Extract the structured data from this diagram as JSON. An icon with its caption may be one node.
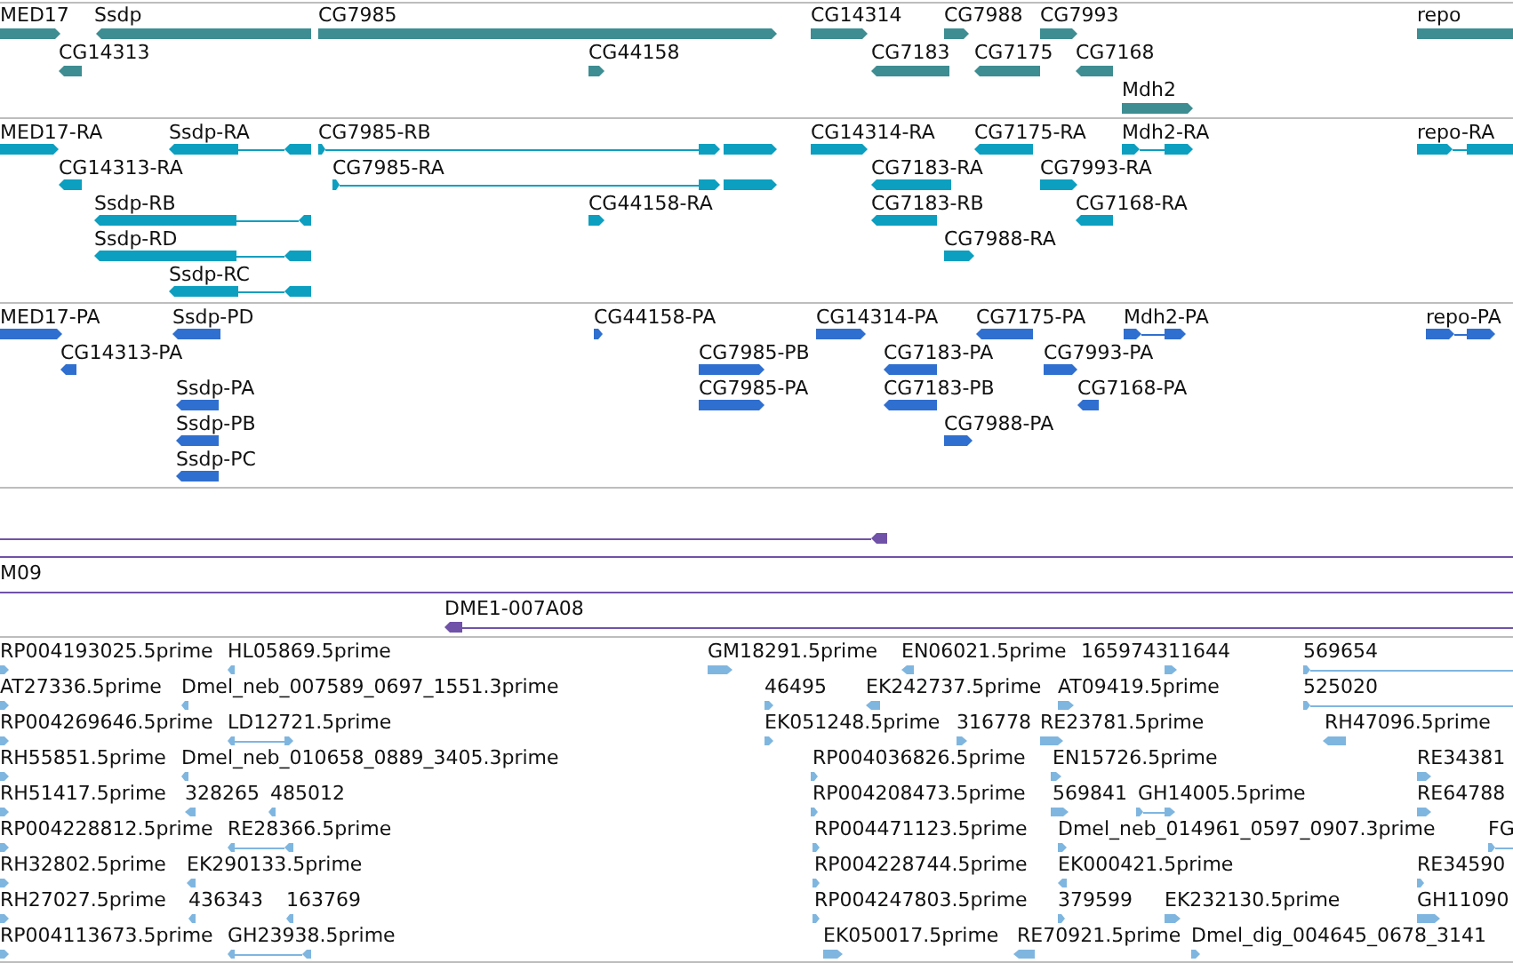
{
  "diagram": {
    "labels": [
      "MED17",
      "Ssdp",
      "CG7985",
      "CG14314",
      "CG7988",
      "CG7993",
      "repo",
      "CG14313",
      "CG44158",
      "CG7183",
      "CG7175",
      "CG7168",
      "Mdh2",
      "MED17-RA",
      "Ssdp-RA",
      "CG7985-RB",
      "CG14314-RA",
      "CG7175-RA",
      "Mdh2-RA",
      "repo-RA",
      "CG14313-RA",
      "CG7985-RA",
      "CG7183-RA",
      "CG7993-RA",
      "Ssdp-RB",
      "CG44158-RA",
      "CG7183-RB",
      "CG7168-RA",
      "Ssdp-RD",
      "CG7988-RA",
      "Ssdp-RC",
      "MED17-PA",
      "Ssdp-PD",
      "CG44158-PA",
      "CG14314-PA",
      "CG7175-PA",
      "Mdh2-PA",
      "repo-PA",
      "CG14313-PA",
      "CG7985-PB",
      "CG7183-PA",
      "CG7993-PA",
      "Ssdp-PA",
      "CG7985-PA",
      "CG7183-PB",
      "CG7168-PA",
      "Ssdp-PB",
      "CG7988-PA",
      "Ssdp-PC",
      "M09",
      "DME1-007A08",
      "RP004193025.5prime",
      "HL05869.5prime",
      "GM18291.5prime",
      "EN06021.5prime",
      "165974",
      "311644",
      "569654",
      "AT27336.5prime",
      "Dmel_neb_007589_0697_1551.3prime",
      "46495",
      "EK242737.5prime",
      "AT09419.5prime",
      "525020",
      "RP004269646.5prime",
      "LD12721.5prime",
      "EK051248.5prime",
      "316778",
      "RE23781.5prime",
      "RH47096.5prime",
      "RH55851.5prime",
      "Dmel_neb_010658_0889_3405.3prime",
      "RP004036826.5prime",
      "EN15726.5prime",
      "RE34381",
      "RH51417.5prime",
      "328265",
      "485012",
      "RP004208473.5prime",
      "569841",
      "GH14005.5prime",
      "RE64788",
      "RP004228812.5prime",
      "RE28366.5prime",
      "RP004471123.5prime",
      "Dmel_neb_014961_0597_0907.3prime",
      "FG",
      "RH32802.5prime",
      "EK290133.5prime",
      "RP004228744.5prime",
      "EK000421.5prime",
      "RE34590",
      "RH27027.5prime",
      "436343",
      "163769",
      "RP004247803.5prime",
      "379599",
      "EK232130.5prime",
      "GH11090",
      "RP004113673.5prime",
      "GH23938.5prime",
      "EK050017.5prime",
      "RE70921.5prime",
      "Dmel_dig_004645_0678_3141"
    ]
  }
}
